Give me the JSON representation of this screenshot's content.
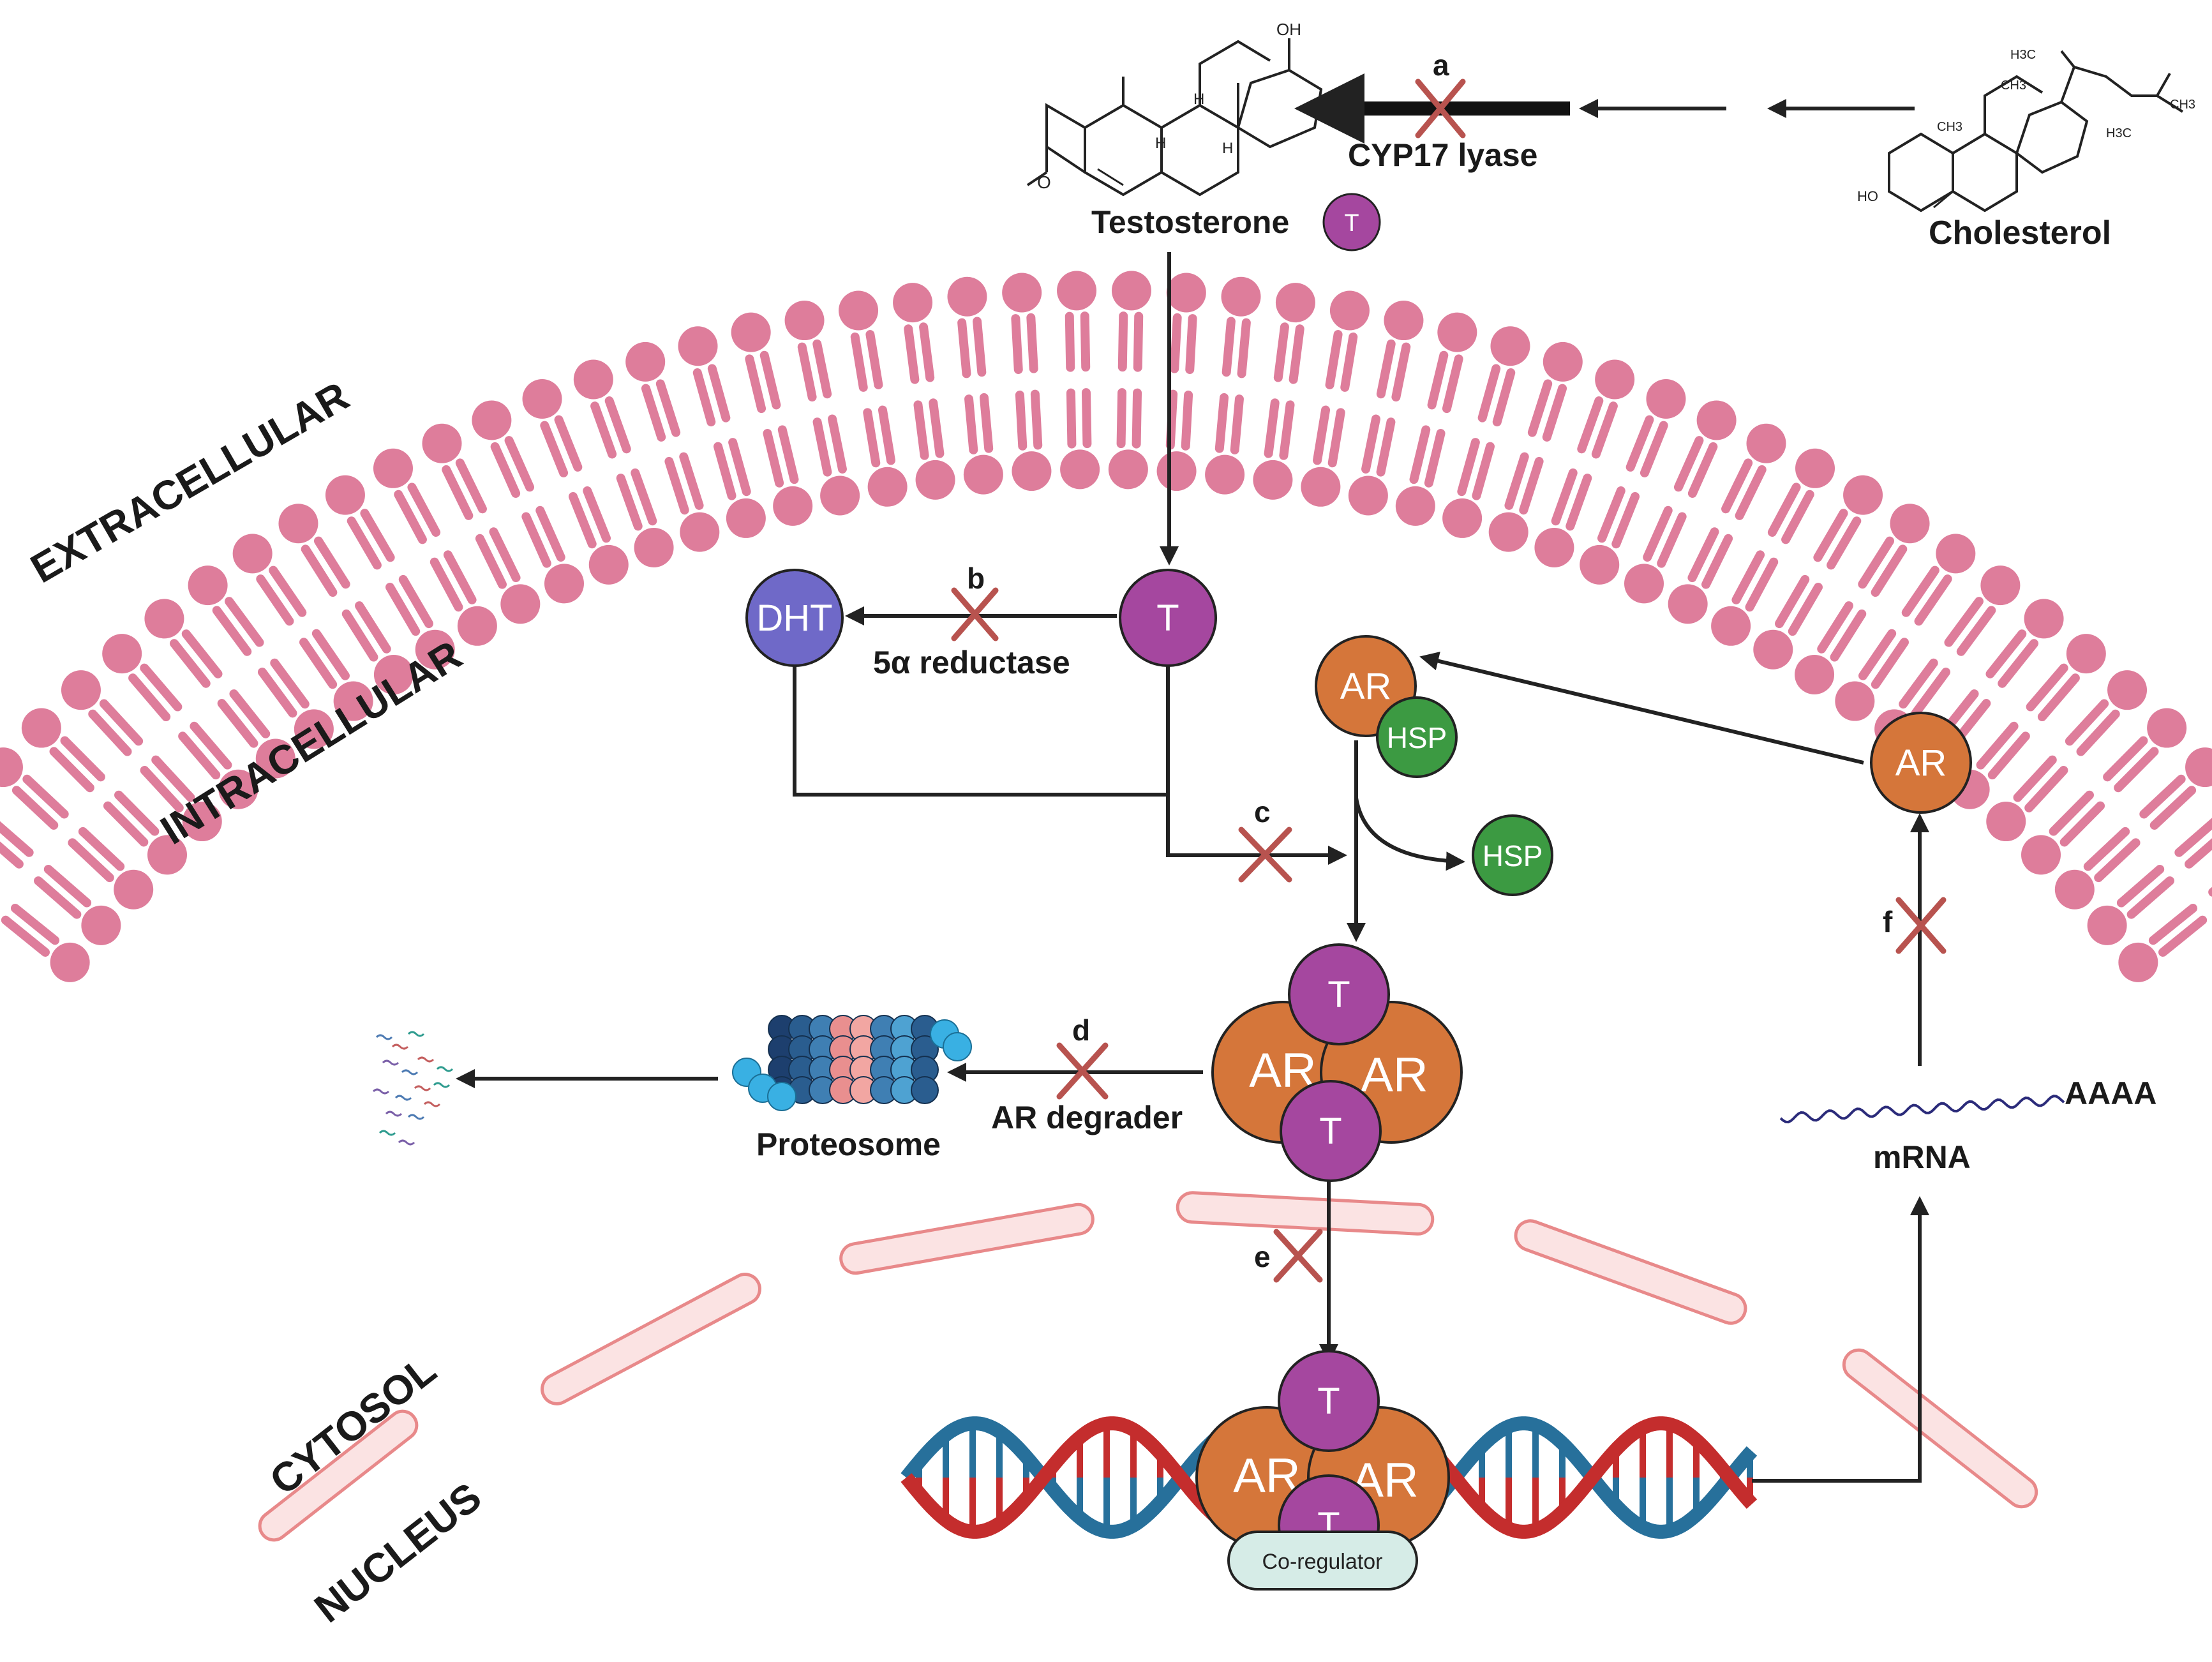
{
  "regions": {
    "extracellular": "EXTRACELLULAR",
    "intracellular": "INTRACELLULAR",
    "cytosol": "CYTOSOL",
    "nucleus": "NUCLEUS"
  },
  "molecules": {
    "testosterone_label": "Testosterone",
    "cholesterol_label": "Cholesterol",
    "t": "T",
    "dht": "DHT",
    "ar": "AR",
    "hsp": "HSP",
    "mrna": "mRNA",
    "polya": "AAAA",
    "proteosome": "Proteosome",
    "co_regulator": "Co-regulator"
  },
  "enzymes": {
    "cyp17": "CYP17 lyase",
    "reductase": "5α reductase",
    "degrader": "AR degrader"
  },
  "steps": {
    "a": "a",
    "b": "b",
    "c": "c",
    "d": "d",
    "e": "e",
    "f": "f"
  },
  "chem_labels": {
    "oh": "OH",
    "o": "O",
    "h": "H",
    "ho": "HO",
    "ch3": "CH3",
    "h3c": "H3C"
  },
  "colors": {
    "membrane": "#de7d9b",
    "testosterone": "#a5479f",
    "dht": "#6f69c8",
    "ar": "#d5763a",
    "hsp": "#3c9a42",
    "inhibit_x": "#b8534f",
    "nuclear_envelope": "#f3b9b9",
    "dna_red": "#c42d2d",
    "dna_blue": "#27709b",
    "co_regulator": "#d6ece7"
  }
}
